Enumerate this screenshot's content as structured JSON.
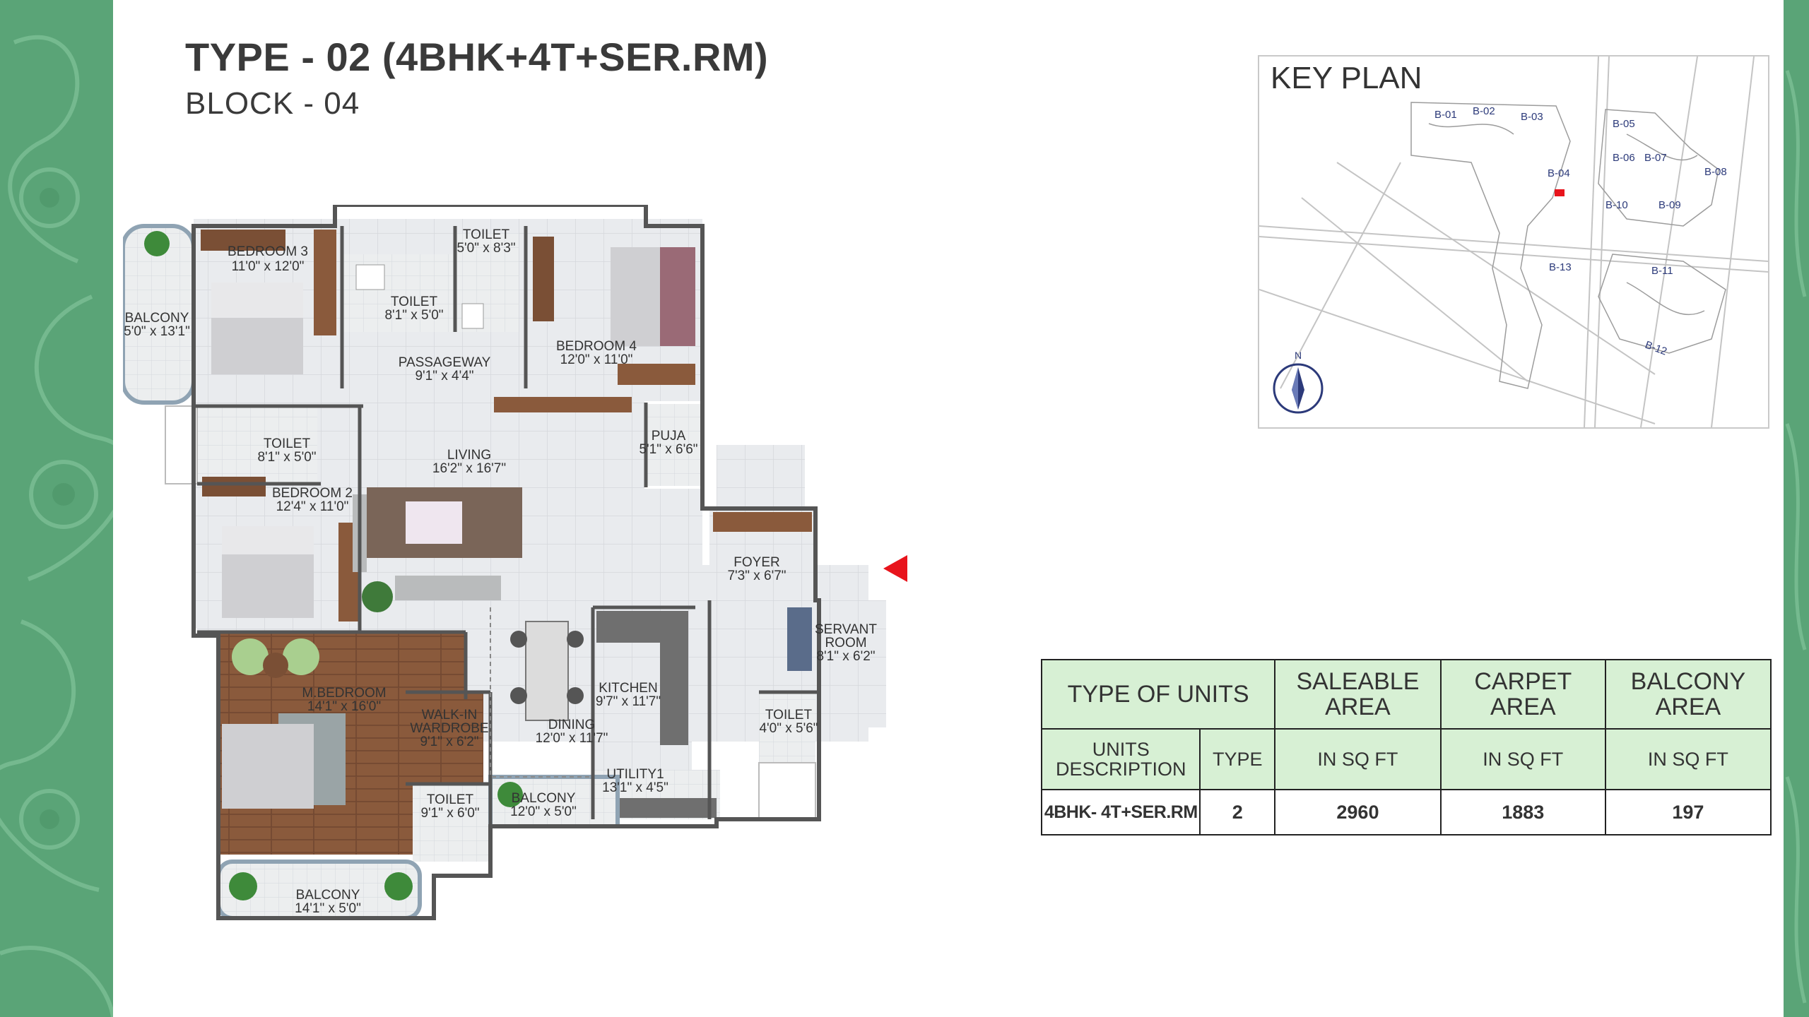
{
  "header": {
    "title": "TYPE - 02 (4BHK+4T+SER.RM)",
    "subtitle": "BLOCK - 04"
  },
  "rooms": {
    "bedroom3": {
      "name": "BEDROOM 3",
      "size": "11'0\" x 12'0\""
    },
    "toilet_top_right": {
      "name": "TOILET",
      "size": "5'0\" x 8'3\""
    },
    "toilet_top": {
      "name": "TOILET",
      "size": "8'1\" x 5'0\""
    },
    "balcony_left": {
      "name": "BALCONY",
      "size": "5'0\" x 13'1\""
    },
    "bedroom4": {
      "name": "BEDROOM 4",
      "size": "12'0\" x 11'0\""
    },
    "passageway": {
      "name": "PASSAGEWAY",
      "size": "9'1\" x 4'4\""
    },
    "toilet_mid": {
      "name": "TOILET",
      "size": "8'1\" x 5'0\""
    },
    "living": {
      "name": "LIVING",
      "size": "16'2\" x 16'7\""
    },
    "puja": {
      "name": "PUJA",
      "size": "5'1\" x 6'6\""
    },
    "bedroom2": {
      "name": "BEDROOM 2",
      "size": "12'4\" x 11'0\""
    },
    "foyer": {
      "name": "FOYER",
      "size": "7'3\" x 6'7\""
    },
    "servant_room": {
      "name": "SERVANT",
      "name2": "ROOM",
      "size": "8'1\" x 6'2\""
    },
    "m_bedroom": {
      "name": "M.BEDROOM",
      "size": "14'1\" x 16'0\""
    },
    "walkin": {
      "name": "WALK-IN",
      "name2": "WARDROBE",
      "size": "9'1\" x 6'2\""
    },
    "kitchen": {
      "name": "KITCHEN",
      "size": "9'7\" x 11'7\""
    },
    "dining": {
      "name": "DINING",
      "size": "12'0\" x 11'7\""
    },
    "toilet_servant": {
      "name": "TOILET",
      "size": "4'0\" x 5'6\""
    },
    "utility": {
      "name": "UTILITY1",
      "size": "13'1\" x 4'5\""
    },
    "balcony_dining": {
      "name": "BALCONY",
      "size": "12'0\" x 5'0\""
    },
    "toilet_master": {
      "name": "TOILET",
      "size": "9'1\" x 6'0\""
    },
    "balcony_master": {
      "name": "BALCONY",
      "size": "14'1\" x 5'0\""
    }
  },
  "keyplan": {
    "title": "KEY PLAN",
    "north": "N",
    "blocks": [
      "B-01",
      "B-02",
      "B-03",
      "B-04",
      "B-05",
      "B-06",
      "B-07",
      "B-08",
      "B-09",
      "B-10",
      "B-11",
      "B-12",
      "B-13"
    ]
  },
  "table": {
    "col_type": "TYPE OF UNITS",
    "col_saleable": "SALEABLE",
    "col_saleable2": "AREA",
    "col_carpet": "CARPET",
    "col_carpet2": "AREA",
    "col_balcony": "BALCONY",
    "col_balcony2": "AREA",
    "sub_units": "UNITS",
    "sub_units2": "DESCRIPTION",
    "sub_type": "TYPE",
    "unit_label": "IN SQ FT",
    "row": {
      "description": "4BHK- 4T+SER.RM",
      "type": "2",
      "saleable": "2960",
      "carpet": "1883",
      "balcony": "197"
    }
  },
  "colors": {
    "border_green": "#5aa477",
    "table_header": "#d7f0d4",
    "entry_arrow": "#e8141c",
    "floor_tile": "#e9ebee",
    "wood": "#8a5a3c"
  }
}
